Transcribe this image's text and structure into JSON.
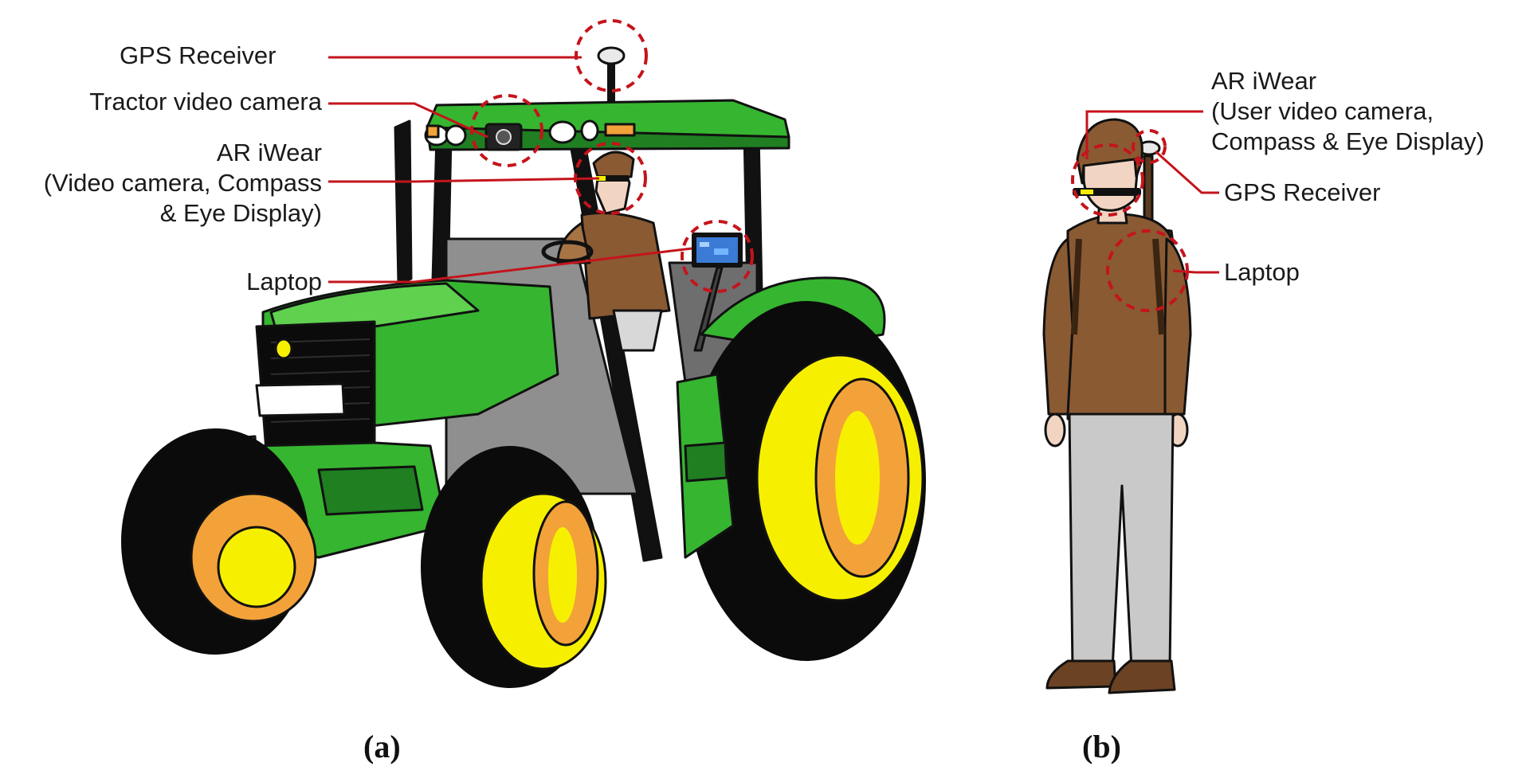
{
  "labels": {
    "gps_tractor": "GPS Receiver",
    "tractor_camera": "Tractor video camera",
    "ar_tractor_1": "AR iWear",
    "ar_tractor_2": "(Video camera, Compass",
    "ar_tractor_3": "& Eye Display)",
    "laptop_tractor": "Laptop",
    "ar_user_1": "AR iWear",
    "ar_user_2": "(User video camera,",
    "ar_user_3": "Compass & Eye Display)",
    "gps_user": "GPS Receiver",
    "laptop_user": "Laptop"
  },
  "captions": {
    "a": "(a)",
    "b": "(b)"
  },
  "colors": {
    "callout_line": "#c4141c",
    "tractor_green": "#36b530",
    "tractor_dark_green": "#1f7f21",
    "tire_black": "#0b0b0b",
    "rim_yellow": "#f6f000",
    "rim_orange": "#f3a23a",
    "sweater_brown": "#8a5a33",
    "pants_gray": "#c9c9c9"
  }
}
